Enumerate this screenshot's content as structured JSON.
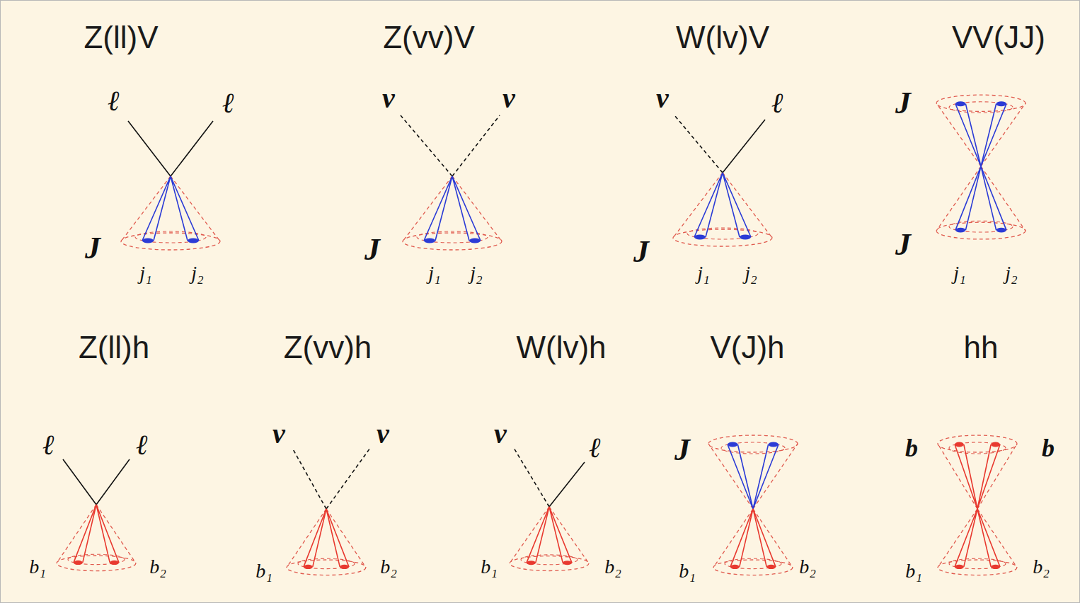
{
  "diagram": {
    "labels": [
      "Z(ll)V",
      "ℓ",
      "ℓ",
      "J",
      "j₁",
      "j₂",
      "Z(vv)V",
      "ν",
      "ν",
      "J",
      "j₁",
      "j₂",
      "W(lv)V",
      "ν",
      "ℓ",
      "J",
      "j₁",
      "j₂",
      "VV(JJ)",
      "J",
      "J",
      "j₁",
      "j₂",
      "Z(ll)h",
      "ℓ",
      "ℓ",
      "b₁",
      "b₂",
      "Z(vv)h",
      "ν",
      "ν",
      "b₁",
      "b₂",
      "W(lv)h",
      "ν",
      "ℓ",
      "b₁",
      "b₂",
      "V(J)h",
      "J",
      "b₁",
      "b₂",
      "hh",
      "b",
      "b",
      "b₁",
      "b₂"
    ]
  }
}
